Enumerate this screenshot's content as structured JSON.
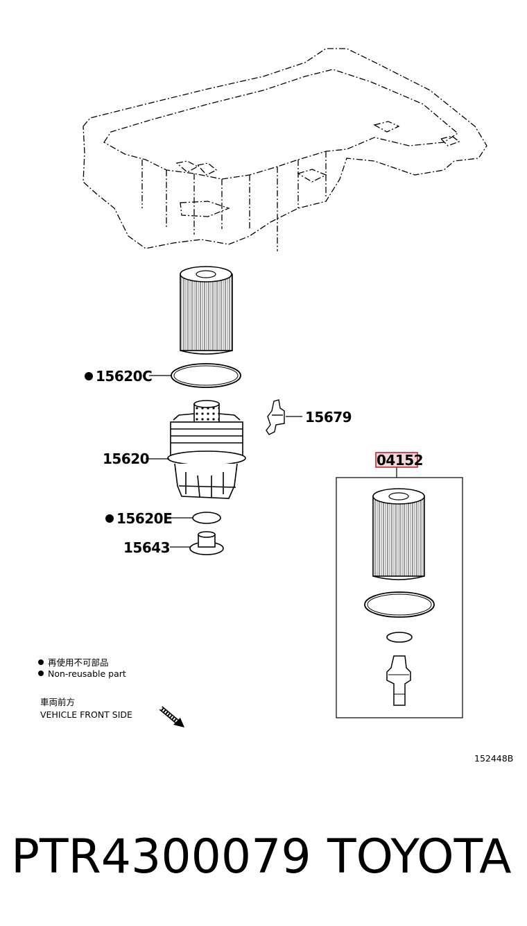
{
  "callouts": {
    "gasket_large": "15620C",
    "filter_cap": "15620",
    "gasket_small": "15620E",
    "drain_plug": "15643",
    "bracket": "15679",
    "kit": "04152"
  },
  "legend": {
    "jp_text": "再使用不可部品",
    "en_text": "Non-reusable part"
  },
  "direction": {
    "jp_text": "車両前方",
    "en_text": "VEHICLE FRONT SIDE"
  },
  "diagram_code": "152448B",
  "footer": {
    "part_number": "PTR4300079",
    "brand": "TOYOTA"
  },
  "colors": {
    "kit_label_border": "#d0202a",
    "kit_label_fill": "#f2d9dc"
  }
}
